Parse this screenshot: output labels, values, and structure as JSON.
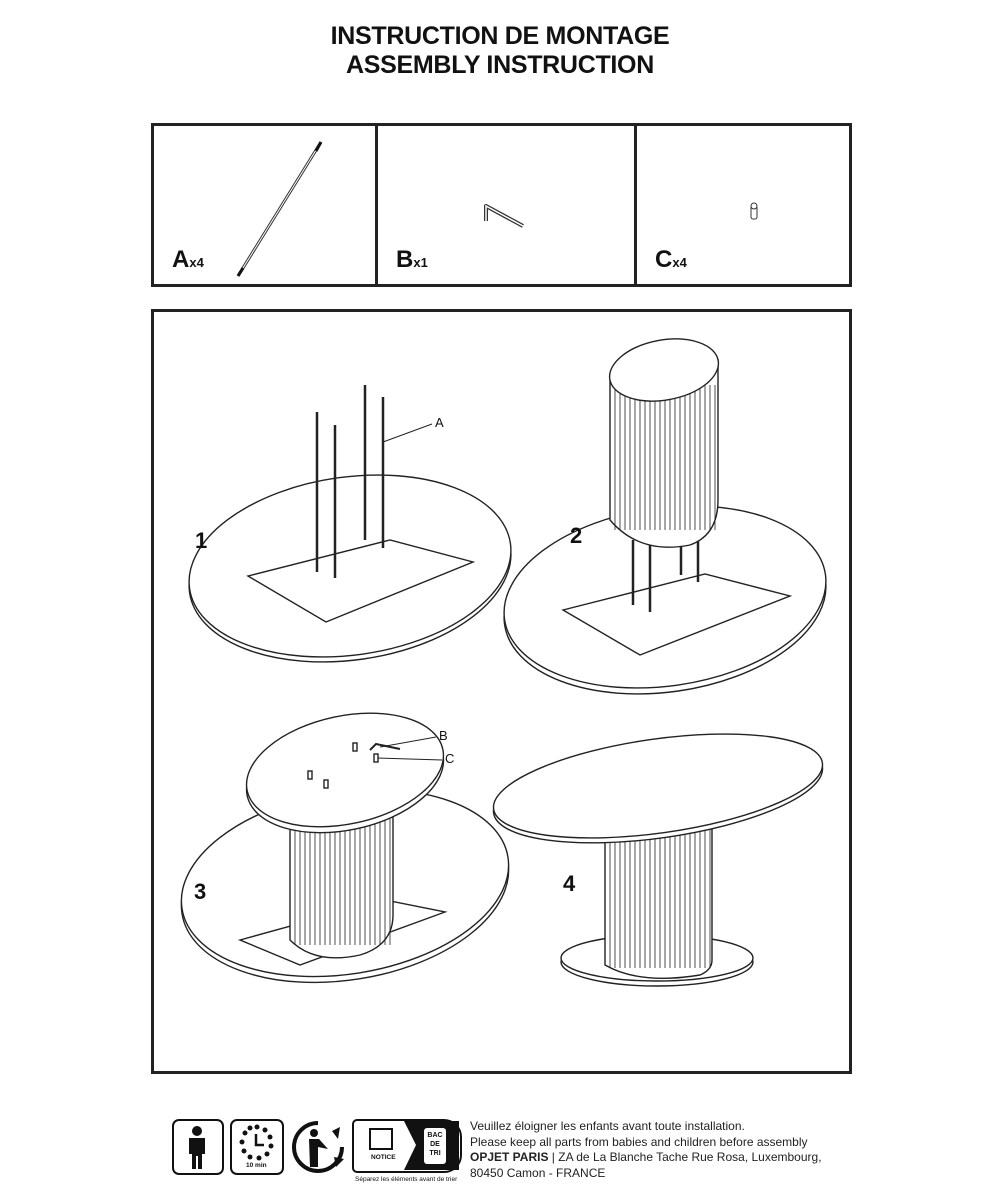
{
  "header": {
    "title_fr": "INSTRUCTION DE MONTAGE",
    "title_en": "ASSEMBLY INSTRUCTION"
  },
  "parts": [
    {
      "letter": "A",
      "qty": "x4"
    },
    {
      "letter": "B",
      "qty": "x1"
    },
    {
      "letter": "C",
      "qty": "x4"
    }
  ],
  "steps": {
    "numbers": [
      "1",
      "2",
      "3",
      "4"
    ],
    "callouts": {
      "a": "A",
      "b": "B",
      "c": "C"
    }
  },
  "footer": {
    "clock_label": "10 min",
    "notice_label": "NOTICE",
    "bin_label": [
      "BAC",
      "DE",
      "TRI"
    ],
    "sort_caption": "Séparez les éléments avant de trier",
    "line1": "Veuillez éloigner les enfants avant toute installation.",
    "line2": "Please keep all parts from babies and children before assembly",
    "brand": "OPJET PARIS",
    "address1": " | ZA de La Blanche Tache Rue Rosa, Luxembourg,",
    "address2": "80450 Camon - FRANCE"
  }
}
